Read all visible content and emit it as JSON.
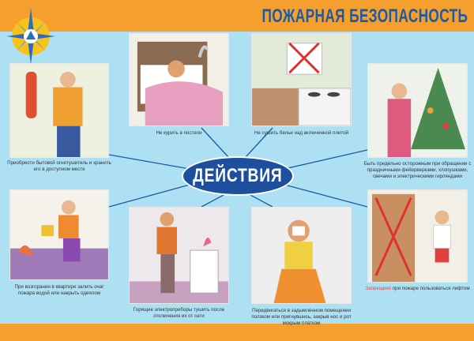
{
  "header": {
    "title": "ПОЖАРНАЯ БЕЗОПАСНОСТЬ",
    "logo": "emergency-ministry-star-emblem"
  },
  "center": {
    "label": "ДЕЙСТВИЯ"
  },
  "colors": {
    "orange": "#f5a02e",
    "background": "#aee0f4",
    "blue": "#1d4f9e",
    "title": "#1d5aa6",
    "warning": "#e2434b"
  },
  "panels": [
    {
      "caption": "Приобрести бытовой огнетушитель и хранить его в доступном месте",
      "illustration": "man-holding-fire-extinguisher"
    },
    {
      "caption": "Не курить в постели",
      "illustration": "man-smoking-in-bed"
    },
    {
      "caption": "Не сушить белье над включенной плитой",
      "illustration": "laundry-over-stove-crossed"
    },
    {
      "caption": "Быть предельно осторожным при обращении с праздничными фейерверками, хлопушками, свечами и электрическими гирляндами",
      "illustration": "girl-at-christmas-tree"
    },
    {
      "caption": "При возгорании в квартире залить очаг пожара водой или накрыть одеялом",
      "illustration": "woman-pouring-water"
    },
    {
      "caption": "Горящие электроприборы тушить после отключения их от сети",
      "illustration": "man-unplugging-heater"
    },
    {
      "caption": "Передвигаться в задымленном помещении ползком или пригнувшись, закрыв нос и рот мокрым платком",
      "illustration": "woman-covering-face"
    },
    {
      "caption_warning": "Запрещено",
      "caption": " при пожаре пользоваться лифтом",
      "illustration": "boy-at-elevator-crossed"
    }
  ]
}
